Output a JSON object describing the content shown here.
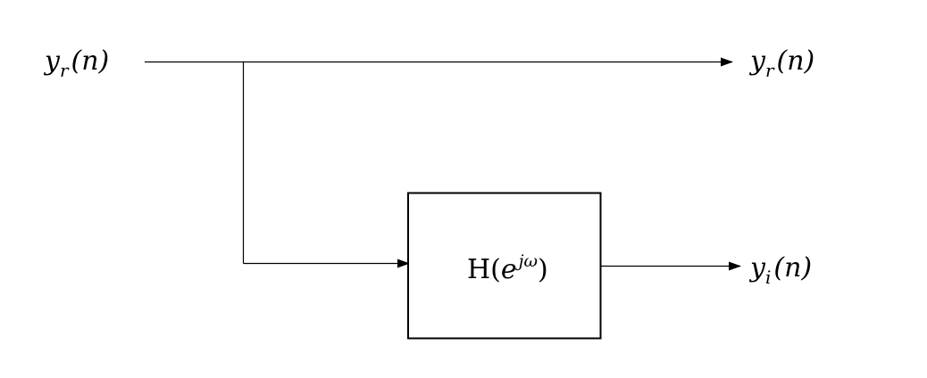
{
  "diagram": {
    "input_signal": {
      "base": "y",
      "subscript": "r",
      "argument": "(n)"
    },
    "output_real": {
      "base": "y",
      "subscript": "r",
      "argument": "(n)"
    },
    "output_imag": {
      "base": "y",
      "subscript": "i",
      "argument": "(n)"
    },
    "filter_block": {
      "function_name": "H",
      "open_paren": "(",
      "base": "e",
      "exponent": "jω",
      "close_paren": ")"
    }
  },
  "colors": {
    "line": "#000000",
    "background": "#ffffff"
  }
}
